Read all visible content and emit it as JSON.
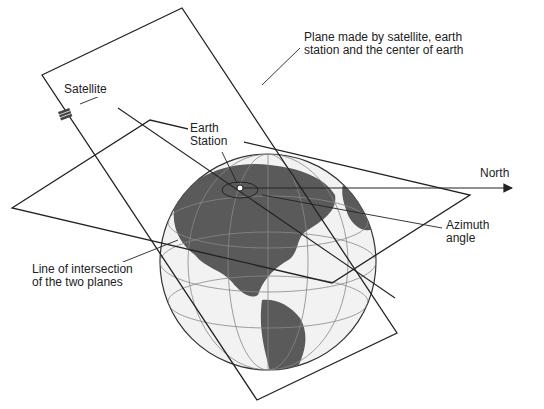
{
  "diagram": {
    "labels": [
      "Satellite",
      "Plane made by satellite, earth station and the center of earth",
      "Earth Station",
      "North",
      "Azimuth angle",
      "Line of intersection of the two planes"
    ]
  }
}
